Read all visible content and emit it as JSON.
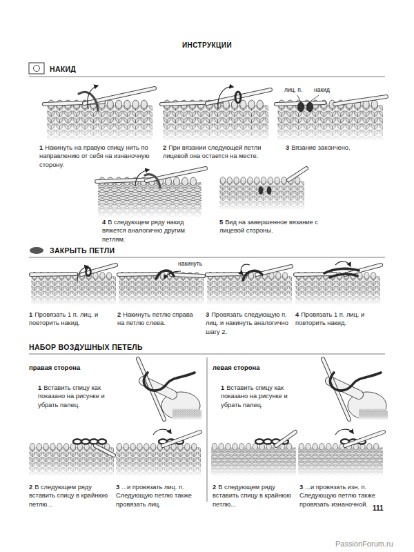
{
  "diagram": {
    "title": "ИНСТРУКЦИИ",
    "labels": [
      "НАКИД",
      "1",
      "Накинуть на правую спицу нить по направлению от себя на изнаночную сторону.",
      "лиц. п.",
      "накид",
      "2",
      "При вязании следующей петли лицевой она остается на месте.",
      "3",
      "Вязание закончено.",
      "4",
      "В следующем ряду накид вяжется аналогично другим петлям.",
      "5",
      "Вид на завершенное вязание с лицевой стороны.",
      "ЗАКРЫТЬ ПЕТЛИ",
      "накинуть",
      "1",
      "Провязать 1 п. лиц. и повторить накид.",
      "2",
      "Накинуть петлю справа на петлю слева.",
      "3",
      "Провязать следующую п. лиц. и накинуть аналогично шагу 2.",
      "4",
      "Провязать 1 п. лиц. и повторить накид.",
      "НАБОР ВОЗДУШНЫХ ПЕТЕЛЬ",
      "правая сторона",
      "1",
      "Вставить спицу как показано на рисунке и убрать палец.",
      "2",
      "В следующем ряду вставить спицу в крайнюю петлю...",
      "3",
      "...и провязать лиц. п. Следующую петлю также провязать лиц.",
      "левая сторона",
      "1",
      "Вставить спицу как показано на рисунке и убрать палец.",
      "2",
      "В следующем ряду вставить спицу в крайнюю петлю...",
      "3",
      "...и провязать изн. п. Следующую петлю также провязать изнаночной.",
      "111",
      "PassionForum.ru"
    ]
  }
}
